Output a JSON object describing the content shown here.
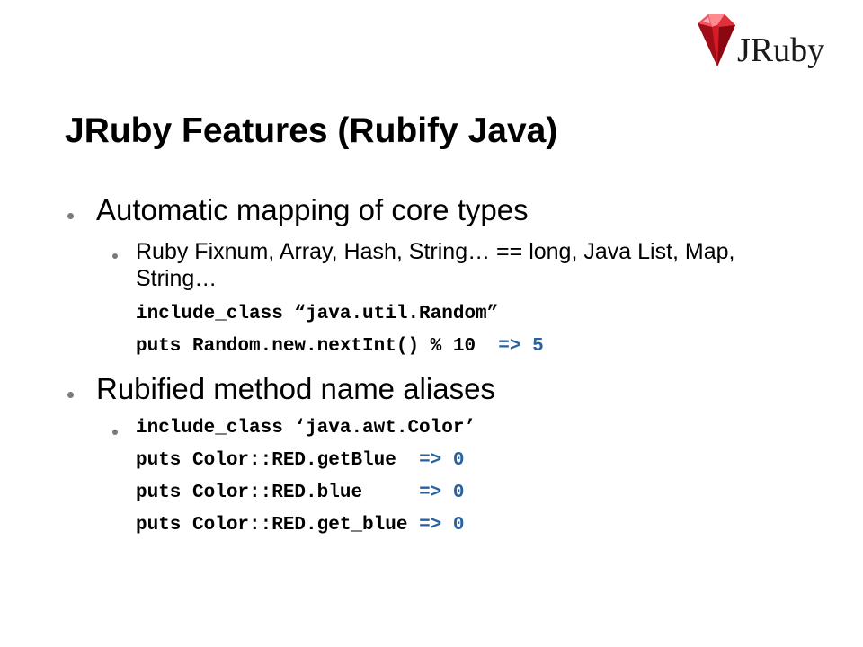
{
  "logo": {
    "text": "JRuby",
    "icon": "ruby-gem-icon"
  },
  "title": "JRuby Features (Rubify Java)",
  "sections": [
    {
      "heading": "Automatic mapping of core types",
      "sub": "Ruby Fixnum, Array, Hash, String… == long, Java List, Map, String…",
      "code": [
        {
          "text": "include_class “java.util.Random”",
          "result": ""
        },
        {
          "text": "puts Random.new.nextInt() % 10  ",
          "result": "=> 5"
        }
      ]
    },
    {
      "heading": "Rubified method name aliases",
      "code": [
        {
          "text": "include_class ‘java.awt.Color’",
          "result": ""
        },
        {
          "text": "puts Color::RED.getBlue  ",
          "result": "=> 0"
        },
        {
          "text": "puts Color::RED.blue     ",
          "result": "=> 0"
        },
        {
          "text": "puts Color::RED.get_blue ",
          "result": "=> 0"
        }
      ]
    }
  ],
  "colors": {
    "result": "#27619e",
    "bullet": "#7a7a7a",
    "gem": "#cc1020"
  }
}
